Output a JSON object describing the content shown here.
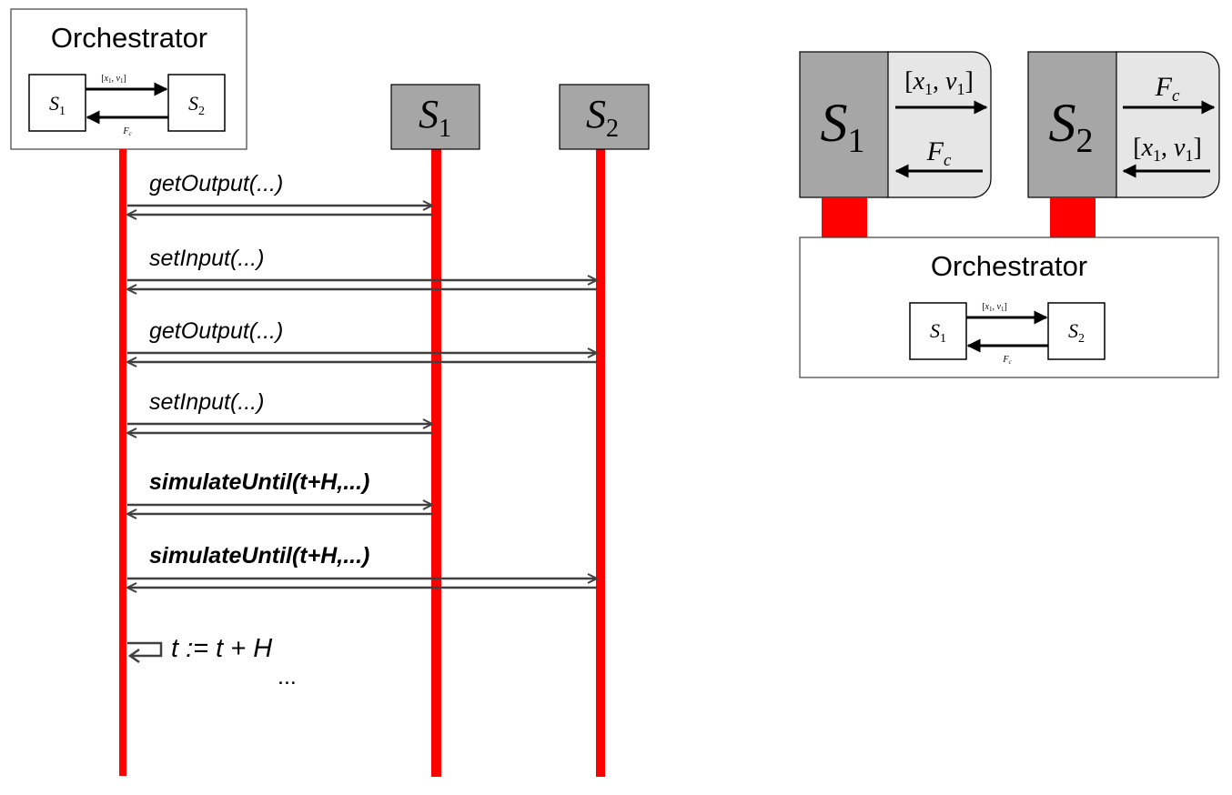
{
  "left": {
    "orchestrator": {
      "title": "Orchestrator",
      "box_s1": {
        "symbol": "S",
        "sub": "1"
      },
      "box_s2": {
        "symbol": "S",
        "sub": "2"
      },
      "arrow_top": {
        "open": "[",
        "x": "x",
        "x_sub": "1",
        "comma": ", ",
        "v": "v",
        "v_sub": "1",
        "close": "]"
      },
      "arrow_bottom": {
        "f": "F",
        "f_sub": "c"
      }
    },
    "heads": [
      {
        "symbol": "S",
        "sub": "1"
      },
      {
        "symbol": "S",
        "sub": "2"
      }
    ],
    "messages": [
      {
        "label": "getOutput(...)",
        "bold": false,
        "target": "S1"
      },
      {
        "label": "setInput(...)",
        "bold": false,
        "target": "S2"
      },
      {
        "label": "getOutput(...)",
        "bold": false,
        "target": "S2"
      },
      {
        "label": "setInput(...)",
        "bold": false,
        "target": "S1"
      },
      {
        "label": "simulateUntil(t+H,...)",
        "bold": true,
        "target": "S1"
      },
      {
        "label": "simulateUntil(t+H,...)",
        "bold": true,
        "target": "S2"
      }
    ],
    "self_step": "t := t + H",
    "ellipsis": "..."
  },
  "right": {
    "unit1": {
      "symbol": "S",
      "sub": "1",
      "top_port": {
        "open": "[",
        "x": "x",
        "x_sub": "1",
        "comma": ", ",
        "v": "v",
        "v_sub": "1",
        "close": "]"
      },
      "bottom_port": {
        "f": "F",
        "f_sub": "c"
      }
    },
    "unit2": {
      "symbol": "S",
      "sub": "2",
      "top_port": {
        "f": "F",
        "f_sub": "c"
      },
      "bottom_port": {
        "open": "[",
        "x": "x",
        "x_sub": "1",
        "comma": ", ",
        "v": "v",
        "v_sub": "1",
        "close": "]"
      }
    },
    "orchestrator": {
      "title": "Orchestrator",
      "box_s1": {
        "symbol": "S",
        "sub": "1"
      },
      "box_s2": {
        "symbol": "S",
        "sub": "2"
      },
      "arrow_top": {
        "open": "[",
        "x": "x",
        "x_sub": "1",
        "comma": ", ",
        "v": "v",
        "v_sub": "1",
        "close": "]"
      },
      "arrow_bottom": {
        "f": "F",
        "f_sub": "c"
      }
    }
  },
  "colors": {
    "lifeline": "#ff0000",
    "head_fill": "#a6a6a6",
    "port_fill": "#e6e6e6",
    "message": "#404040"
  }
}
